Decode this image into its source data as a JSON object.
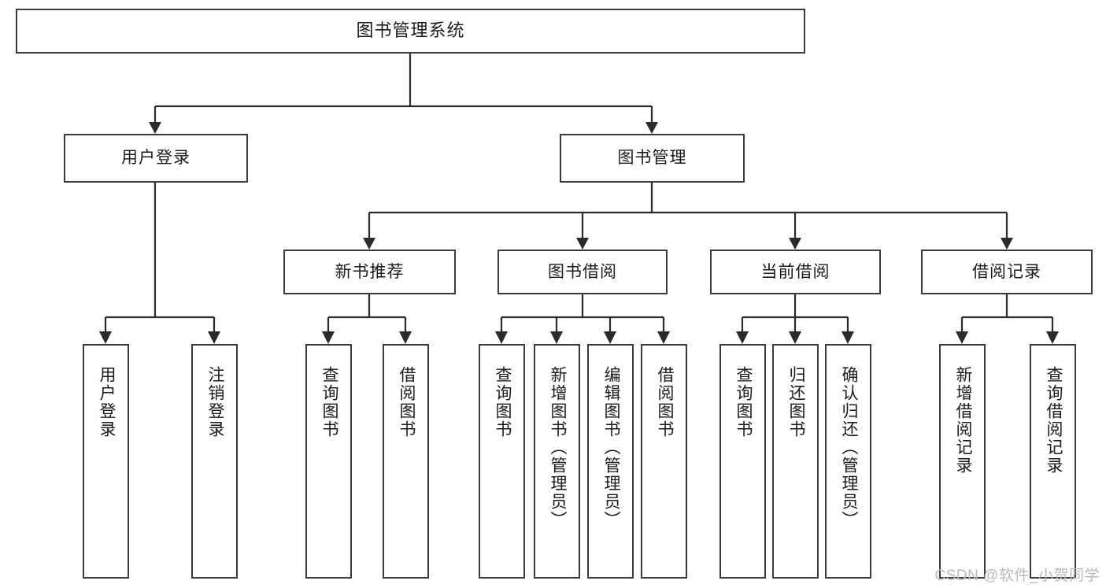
{
  "diagram": {
    "type": "tree",
    "title": "图书管理系统",
    "watermark": "CSDN @软件_小贺同学",
    "colors": {
      "box_border": "#3a3a3a",
      "connector": "#2b2b2b",
      "text": "#1a1a1a",
      "background": "#ffffff",
      "watermark": "#b9b9b9"
    },
    "levels": {
      "root": {
        "label": "图书管理系统"
      },
      "level2": [
        {
          "label": "用户登录"
        },
        {
          "label": "图书管理"
        }
      ],
      "level3": [
        {
          "label": "新书推荐",
          "parent": "图书管理"
        },
        {
          "label": "图书借阅",
          "parent": "图书管理"
        },
        {
          "label": "当前借阅",
          "parent": "图书管理"
        },
        {
          "label": "借阅记录",
          "parent": "图书管理"
        }
      ],
      "leaves": [
        {
          "label": "用户登录",
          "parent": "用户登录"
        },
        {
          "label": "注销登录",
          "parent": "用户登录"
        },
        {
          "label": "查询图书",
          "parent": "新书推荐"
        },
        {
          "label": "借阅图书",
          "parent": "新书推荐"
        },
        {
          "label": "查询图书",
          "parent": "图书借阅"
        },
        {
          "label": "新增图书（管理员）",
          "parent": "图书借阅"
        },
        {
          "label": "编辑图书（管理员）",
          "parent": "图书借阅"
        },
        {
          "label": "借阅图书",
          "parent": "图书借阅"
        },
        {
          "label": "查询图书",
          "parent": "当前借阅"
        },
        {
          "label": "归还图书",
          "parent": "当前借阅"
        },
        {
          "label": "确认归还（管理员）",
          "parent": "当前借阅"
        },
        {
          "label": "新增借阅记录",
          "parent": "借阅记录"
        },
        {
          "label": "查询借阅记录",
          "parent": "借阅记录"
        }
      ]
    }
  }
}
